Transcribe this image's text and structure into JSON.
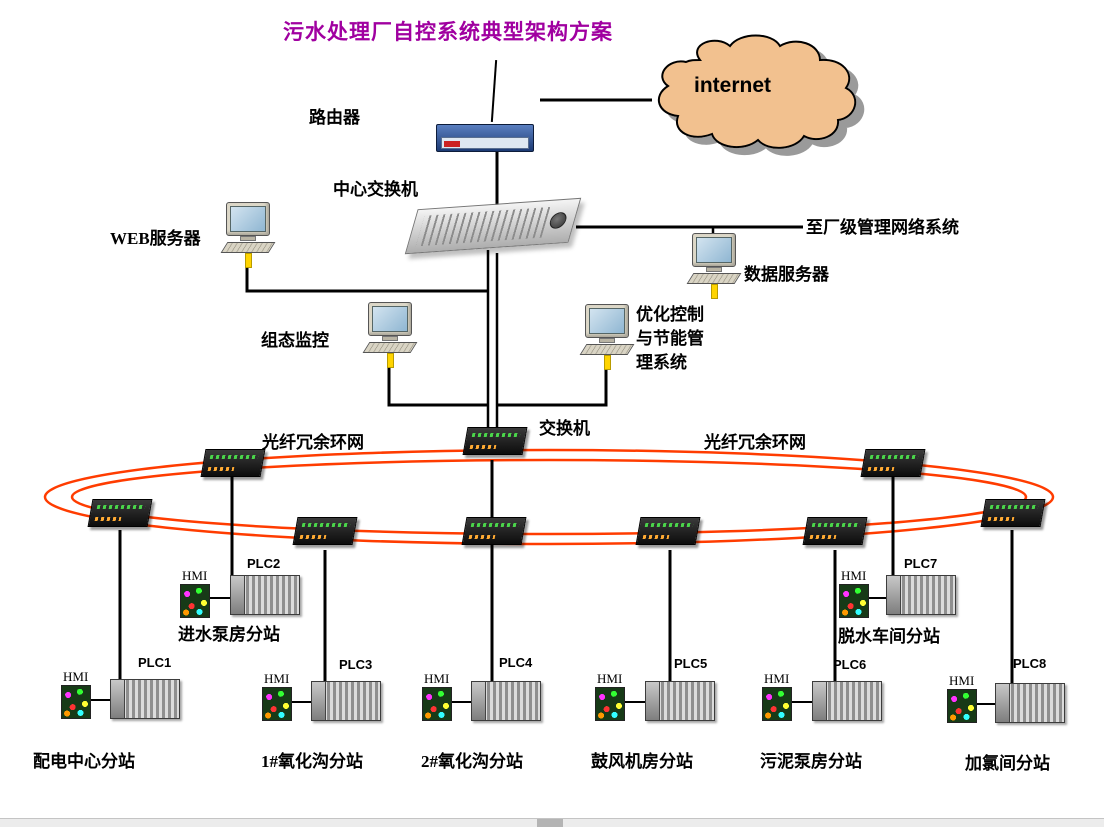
{
  "page": {
    "title": "污水处理厂自控系统典型架构方案"
  },
  "colors": {
    "title": "#a000a0",
    "fiber_ring": "#ff3c00",
    "cloud_fill": "#f2c18f",
    "line": "#000000",
    "cable_stub": "#ffd400"
  },
  "network": {
    "internet_label": "internet",
    "router_label": "路由器",
    "core_switch_label": "中心交换机",
    "plant_link_label": "至厂级管理网络系统",
    "web_server_label": "WEB服务器",
    "data_server_label": "数据服务器",
    "scada_label": "组态监控",
    "optimization_label": "优化控制\n与节能管\n理系统",
    "field_switch_label": "交换机",
    "fiber_ring_left_label": "光纤冗余环网",
    "fiber_ring_right_label": "光纤冗余环网"
  },
  "stations": {
    "plc1": {
      "hmi": "HMI",
      "plc": "PLC1",
      "name": "配电中心分站"
    },
    "plc2": {
      "hmi": "HMI",
      "plc": "PLC2",
      "name": "进水泵房分站"
    },
    "plc3": {
      "hmi": "HMI",
      "plc": "PLC3",
      "name": "1#氧化沟分站"
    },
    "plc4": {
      "hmi": "HMI",
      "plc": "PLC4",
      "name": "2#氧化沟分站"
    },
    "plc5": {
      "hmi": "HMI",
      "plc": "PLC5",
      "name": "鼓风机房分站"
    },
    "plc6": {
      "hmi": "HMI",
      "plc": "PLC6",
      "name": "污泥泵房分站"
    },
    "plc7": {
      "hmi": "HMI",
      "plc": "PLC7",
      "name": "脱水车间分站"
    },
    "plc8": {
      "hmi": "HMI",
      "plc": "PLC8",
      "name": "加氯间分站"
    }
  }
}
